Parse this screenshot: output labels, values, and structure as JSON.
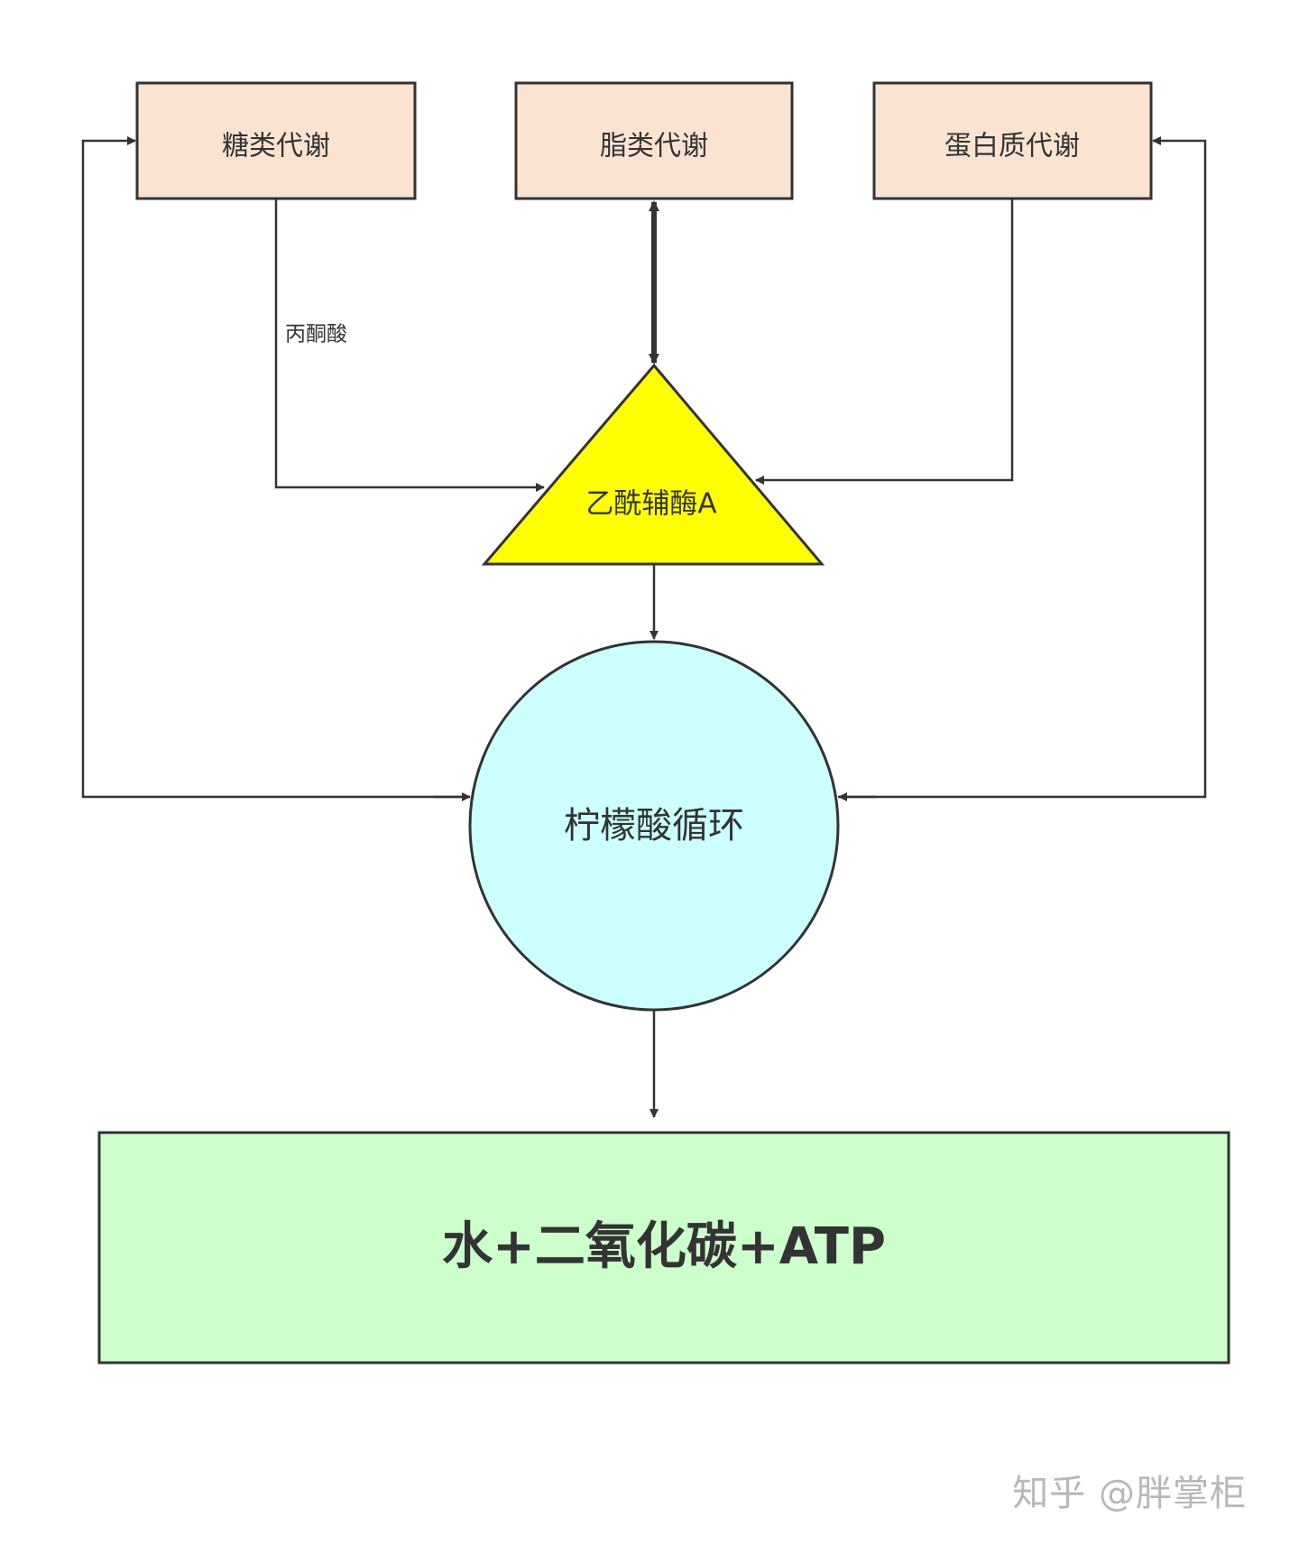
{
  "nodes": {
    "carb": {
      "label": "糖类代谢",
      "fill": "#fbe3d1"
    },
    "lipid": {
      "label": "脂类代谢",
      "fill": "#fbe3d1"
    },
    "protein": {
      "label": "蛋白质代谢",
      "fill": "#fbe3d1"
    },
    "acetyl": {
      "label": "乙酰辅酶A",
      "fill": "#ffff00"
    },
    "tca": {
      "label": "柠檬酸循环",
      "fill": "#ccffff"
    },
    "products": {
      "label": "水+二氧化碳+ATP",
      "fill": "#ccffcc"
    }
  },
  "edges": {
    "pyruvate_label": "丙酮酸"
  },
  "colors": {
    "stroke": "#333333",
    "text": "#333333"
  },
  "watermark": "知乎 @胖掌柜"
}
